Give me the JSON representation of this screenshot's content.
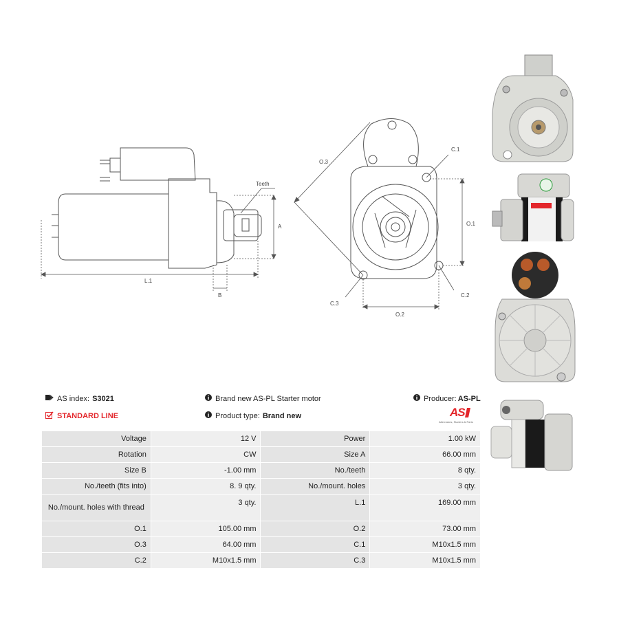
{
  "drawings": {
    "side": {
      "teeth_label": "Teeth",
      "a_label": "A",
      "b_label": "B",
      "l1_label": "L.1"
    },
    "front": {
      "o3": "O.3",
      "c1": "C.1",
      "o1": "O.1",
      "c2": "C.2",
      "c3": "C.3",
      "o2": "O.2"
    }
  },
  "header": {
    "as_index_label": "AS index:",
    "as_index_value": "S3021",
    "line_label": "STANDARD LINE",
    "description": "Brand new AS-PL Starter motor",
    "product_type_label": "Product type:",
    "product_type_value": "Brand new",
    "producer_label": "Producer:",
    "producer_value": "AS-PL",
    "logo_text": "AS",
    "logo_tagline": "Alternators, Starters & Parts"
  },
  "specs": [
    {
      "l1": "Voltage",
      "v1": "12 V",
      "l2": "Power",
      "v2": "1.00 kW"
    },
    {
      "l1": "Rotation",
      "v1": "CW",
      "l2": "Size A",
      "v2": "66.00 mm"
    },
    {
      "l1": "Size B",
      "v1": "-1.00 mm",
      "l2": "No./teeth",
      "v2": "8 qty."
    },
    {
      "l1": "No./teeth (fits into)",
      "v1": "8. 9 qty.",
      "l2": "No./mount. holes",
      "v2": "3 qty."
    },
    {
      "l1": "No./mount. holes with thread",
      "v1": "3 qty.",
      "l2": "L.1",
      "v2": "169.00 mm"
    },
    {
      "l1": "O.1",
      "v1": "105.00 mm",
      "l2": "O.2",
      "v2": "73.00 mm"
    },
    {
      "l1": "O.3",
      "v1": "64.00 mm",
      "l2": "C.1",
      "v2": "M10x1.5 mm"
    },
    {
      "l1": "C.2",
      "v1": "M10x1.5 mm",
      "l2": "C.3",
      "v2": "M10x1.5 mm"
    }
  ],
  "colors": {
    "accent_red": "#e3262b",
    "table_bg": "#efefef",
    "label_bg": "#e4e4e4",
    "line": "#555555"
  }
}
